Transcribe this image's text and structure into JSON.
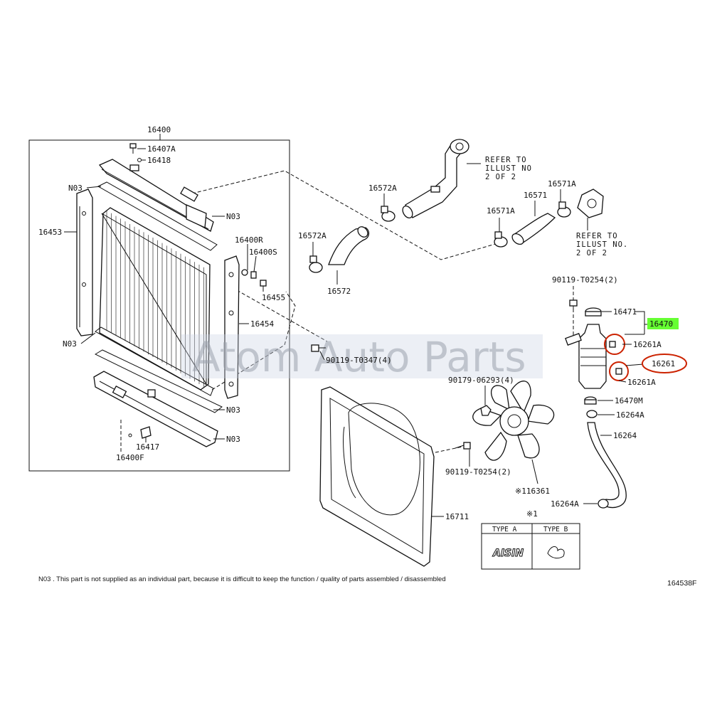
{
  "watermark": "Atom Auto Parts",
  "highlight_color": "#66ff33",
  "circle_color": "#cc2200",
  "labels": {
    "p16400": "16400",
    "p16407A": "16407A",
    "p16418": "16418",
    "n03_a": "N03",
    "n03_b": "N03",
    "n03_c": "N03",
    "n03_d": "N03",
    "n03_e": "N03",
    "p16453": "16453",
    "p16400R": "16400R",
    "p16400S": "16400S",
    "p16455": "16455",
    "p16454": "16454",
    "p16417": "16417",
    "p16400F": "16400F",
    "p16572A_a": "16572A",
    "p16572A_b": "16572A",
    "p16572": "16572",
    "p16571A_a": "16571A",
    "p16571A_b": "16571A",
    "p16571": "16571",
    "b90119_T0254_a": "90119-T0254(2)",
    "b90119_T0347": "90119-T0347(4)",
    "b90179_06293": "90179-06293(4)",
    "b90119_T0254_b": "90119-T0254(2)",
    "p16471": "16471",
    "p16470": "16470",
    "p16261A_a": "16261A",
    "p16261": "16261",
    "p16261A_b": "16261A",
    "p16470M": "16470M",
    "p16264A_a": "16264A",
    "p16264": "16264",
    "p16264A_b": "16264A",
    "p16361": "※116361",
    "p16711": "16711",
    "note_mark": "※1"
  },
  "refer_a": [
    "REFER TO",
    "ILLUST NO",
    "2 OF 2"
  ],
  "refer_b": [
    "REFER TO",
    "ILLUST NO.",
    "2 OF 2"
  ],
  "type_table": {
    "type_a": "TYPE A",
    "type_b": "TYPE B",
    "type_a_logo": "AISIN"
  },
  "footnote": "N03 . This part is not supplied as an individual part, because it is difficult to keep the function / quality of parts assembled / disassembled",
  "figure_code": "164538F"
}
